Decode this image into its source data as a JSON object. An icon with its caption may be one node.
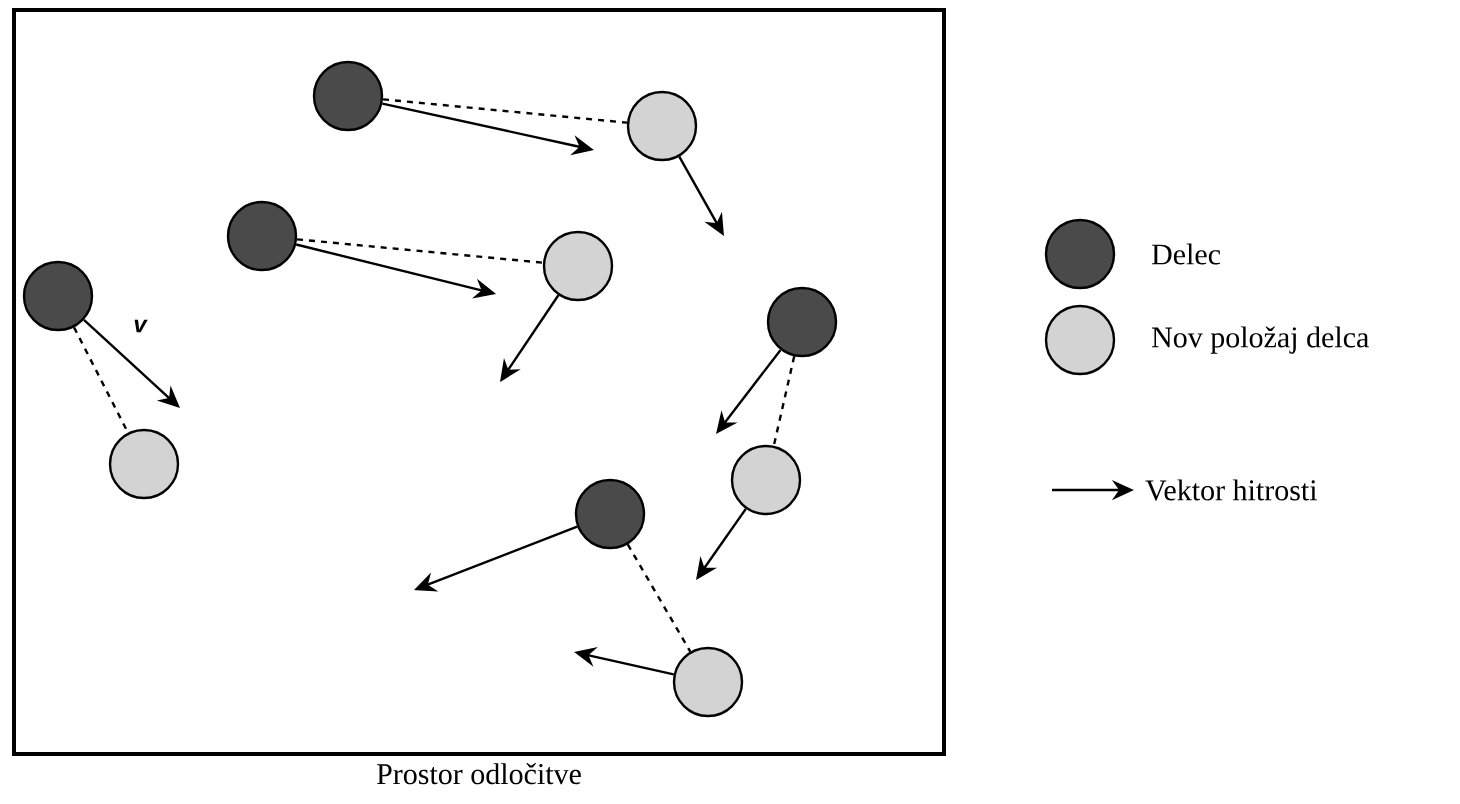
{
  "diagram": {
    "nodes": [
      {
        "text": [
          "Prostor odločitve"
        ]
      },
      {
        "text": [],
        "shape": "circle",
        "in": 0
      },
      {
        "text": [],
        "shape": "circle",
        "in": 0
      },
      {
        "text": [],
        "shape": "circle",
        "in": 0
      },
      {
        "text": [],
        "shape": "circle",
        "in": 0
      },
      {
        "text": [],
        "shape": "circle",
        "in": 0
      },
      {
        "text": [],
        "shape": "circle",
        "in": 0
      },
      {
        "text": [],
        "shape": "circle",
        "in": 0
      },
      {
        "text": [],
        "shape": "circle",
        "in": 0
      },
      {
        "text": [],
        "shape": "circle",
        "in": 0
      },
      {
        "text": [],
        "shape": "circle",
        "in": 0
      }
    ],
    "edges": [
      {
        "from": 1,
        "to": 2,
        "arrow": "none",
        "style": "dashed"
      },
      {
        "from": 3,
        "to": 4,
        "arrow": "none",
        "style": "dashed"
      },
      {
        "from": 5,
        "to": 7,
        "arrow": "none",
        "style": "dashed"
      },
      {
        "from": 6,
        "to": 8,
        "arrow": "none",
        "style": "dashed"
      },
      {
        "from": 9,
        "to": 10,
        "arrow": "none",
        "style": "dashed"
      },
      {
        "from": 1,
        "to": null,
        "arrow": "to"
      },
      {
        "from": 2,
        "to": null,
        "arrow": "to"
      },
      {
        "from": 3,
        "to": null,
        "arrow": "to"
      },
      {
        "from": 4,
        "to": null,
        "arrow": "to"
      },
      {
        "from": 5,
        "to": null,
        "arrow": "to",
        "label": "v"
      },
      {
        "from": 6,
        "to": null,
        "arrow": "to"
      },
      {
        "from": 8,
        "to": null,
        "arrow": "to"
      },
      {
        "from": 9,
        "to": null,
        "arrow": "to"
      },
      {
        "from": 10,
        "to": null,
        "arrow": "to"
      }
    ],
    "legend": [
      {
        "text": "Delec",
        "color": "#4a4a4a"
      },
      {
        "text": "Nov položaj delca",
        "color": "#d3d3d3"
      },
      {
        "text": "Vektor hitrosti"
      }
    ]
  }
}
